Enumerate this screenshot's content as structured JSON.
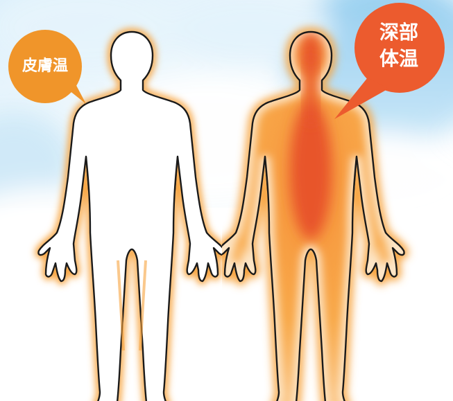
{
  "skin_label": "皮膚温",
  "core_label_line1": "深部",
  "core_label_line2": "体温",
  "colors": {
    "bubble_orange": "#f0952a",
    "bubble_red": "#ec5b2e",
    "glow_orange": "#f8a94a",
    "core_red": "#e8552a",
    "outline": "#1a1a1a",
    "sky_blue": "#9fd3f2"
  }
}
